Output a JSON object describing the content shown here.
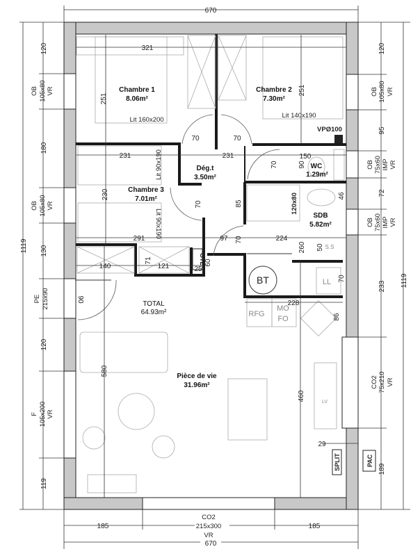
{
  "rooms": {
    "chambre1": {
      "name": "Chambre 1",
      "area": "8.06m²"
    },
    "chambre2": {
      "name": "Chambre 2",
      "area": "7.30m²"
    },
    "chambre3": {
      "name": "Chambre 3",
      "area": "7.01m²"
    },
    "degt": {
      "name": "Dég.t",
      "area": "3.50m²"
    },
    "wc": {
      "name": "WC",
      "area": "1.29m²"
    },
    "sdb": {
      "name": "SDB",
      "area": "5.82m²"
    },
    "total": {
      "name": "TOTAL",
      "area": "64.93m²"
    },
    "piece_de_vie": {
      "name": "Pièce de vie",
      "area": "31.96m²"
    }
  },
  "fixtures": {
    "lit1": "Lit 160x200",
    "lit2": "Lit 140x190",
    "lit3a": "Lit 90x190",
    "lit3b": "Lit 90x190",
    "shower": "120x80",
    "vp": "VPØ100",
    "rfg": "RFG",
    "mo": "MO",
    "fo": "FO",
    "bt": "BT",
    "ll": "LL",
    "lv": "LV",
    "gtl": "GTL",
    "split": "SPLIT",
    "pac": "PAC",
    "ss": "S.S"
  },
  "interior_dims": {
    "d321": "321",
    "d251a": "251",
    "d251b": "251",
    "d70a": "70",
    "d70b": "70",
    "d231a": "231",
    "d231b": "231",
    "d70c": "70",
    "d150": "150",
    "d90a": "90",
    "d230": "230",
    "d70d": "70",
    "d85": "85",
    "d46": "46",
    "d291": "291",
    "d97": "97",
    "d70e": "70",
    "d224": "224",
    "d260": "260",
    "d50": "50",
    "d140": "140",
    "d71": "71",
    "d121": "121",
    "d25": "25",
    "d60": "60",
    "d70f": "70",
    "d228": "228",
    "d86": "86",
    "d90b": "90",
    "d580": "580",
    "d460": "460",
    "d29": "29"
  },
  "exterior_dims": {
    "top_total": "670",
    "left": [
      "120",
      "180",
      "130",
      "120",
      "119"
    ],
    "left_total": "1119",
    "right": [
      "120",
      "95",
      "72",
      "233",
      "189"
    ],
    "right_total": "1119",
    "bottom": [
      "185",
      "185"
    ],
    "bottom_total": "670"
  },
  "openings": {
    "left_ob1": [
      "OB",
      "105x80",
      "VR"
    ],
    "left_ob2": [
      "OB",
      "105x80",
      "VR"
    ],
    "left_pe": [
      "PE",
      "215x90"
    ],
    "left_f": [
      "F",
      "105x200",
      "VR"
    ],
    "right_ob1": [
      "OB",
      "105x80",
      "VR"
    ],
    "right_ob2": [
      "OB",
      "75x60",
      "IMP",
      "VR"
    ],
    "right_ob3": [
      "OB",
      "75x60",
      "IMP",
      "VR"
    ],
    "right_co2": [
      "CO2",
      "75x210",
      "VR"
    ],
    "bottom_co2": [
      "CO2",
      "215x300",
      "VR"
    ]
  }
}
